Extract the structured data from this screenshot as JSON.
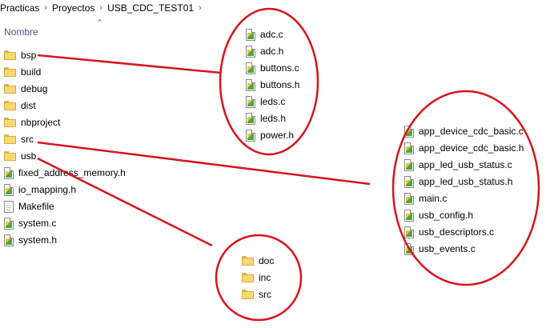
{
  "breadcrumb": [
    "Practicas",
    "Proyectos",
    "USB_CDC_TEST01"
  ],
  "column_header": "Nombre",
  "main_list": [
    {
      "name": "bsp",
      "type": "folder"
    },
    {
      "name": "build",
      "type": "folder"
    },
    {
      "name": "debug",
      "type": "folder"
    },
    {
      "name": "dist",
      "type": "folder"
    },
    {
      "name": "nbproject",
      "type": "folder"
    },
    {
      "name": "src",
      "type": "folder"
    },
    {
      "name": "usb",
      "type": "folder"
    },
    {
      "name": "fixed_address_memory.h",
      "type": "code"
    },
    {
      "name": "io_mapping.h",
      "type": "code"
    },
    {
      "name": "Makefile",
      "type": "plain"
    },
    {
      "name": "system.c",
      "type": "code"
    },
    {
      "name": "system.h",
      "type": "code"
    }
  ],
  "bsp_files": [
    "adc.c",
    "adc.h",
    "buttons.c",
    "buttons.h",
    "leds.c",
    "leds.h",
    "power.h"
  ],
  "src_files": [
    "app_device_cdc_basic.c",
    "app_device_cdc_basic.h",
    "app_led_usb_status.c",
    "app_led_usb_status.h",
    "main.c",
    "usb_config.h",
    "usb_descriptors.c",
    "usb_events.c"
  ],
  "usb_folders": [
    "doc",
    "inc",
    "src"
  ],
  "annotation_color": "#d9141c"
}
